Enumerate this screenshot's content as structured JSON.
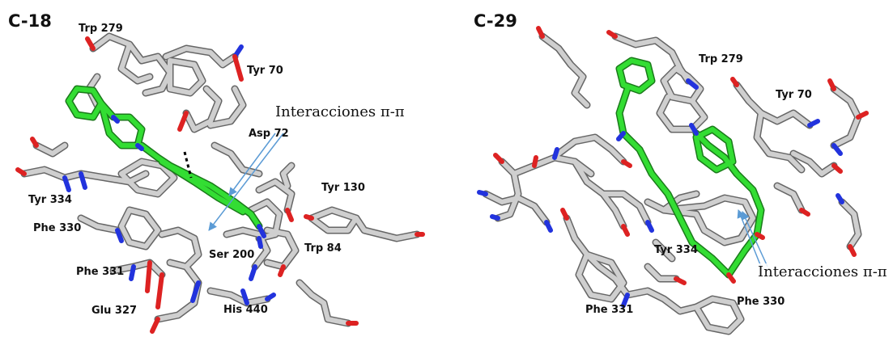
{
  "left_panel": {
    "title": "C-18",
    "annotation": "Interacciones π-π",
    "residues": [
      "Trp 279",
      "Tyr 70",
      "Asp 72",
      "Tyr 334",
      "Tyr 130",
      "Phe 330",
      "Trp 84",
      "Ser 200",
      "Phe 331",
      "Glu 327",
      "His 440"
    ]
  },
  "right_panel": {
    "title": "C-29",
    "annotation": "Interacciones π-π",
    "residues": [
      "Trp 279",
      "Tyr 70",
      "Tyr 334",
      "Phe 331",
      "Phe 330"
    ]
  },
  "colors": {
    "carbon": "#c8c8c8",
    "carbon_outline": "#555555",
    "ligand": "#33dd33",
    "ligand_outline": "#1a7a1a",
    "nitrogen": "#2233dd",
    "oxygen": "#dd2222",
    "arrow": "#5b9bd5",
    "hbond": "#000000"
  }
}
